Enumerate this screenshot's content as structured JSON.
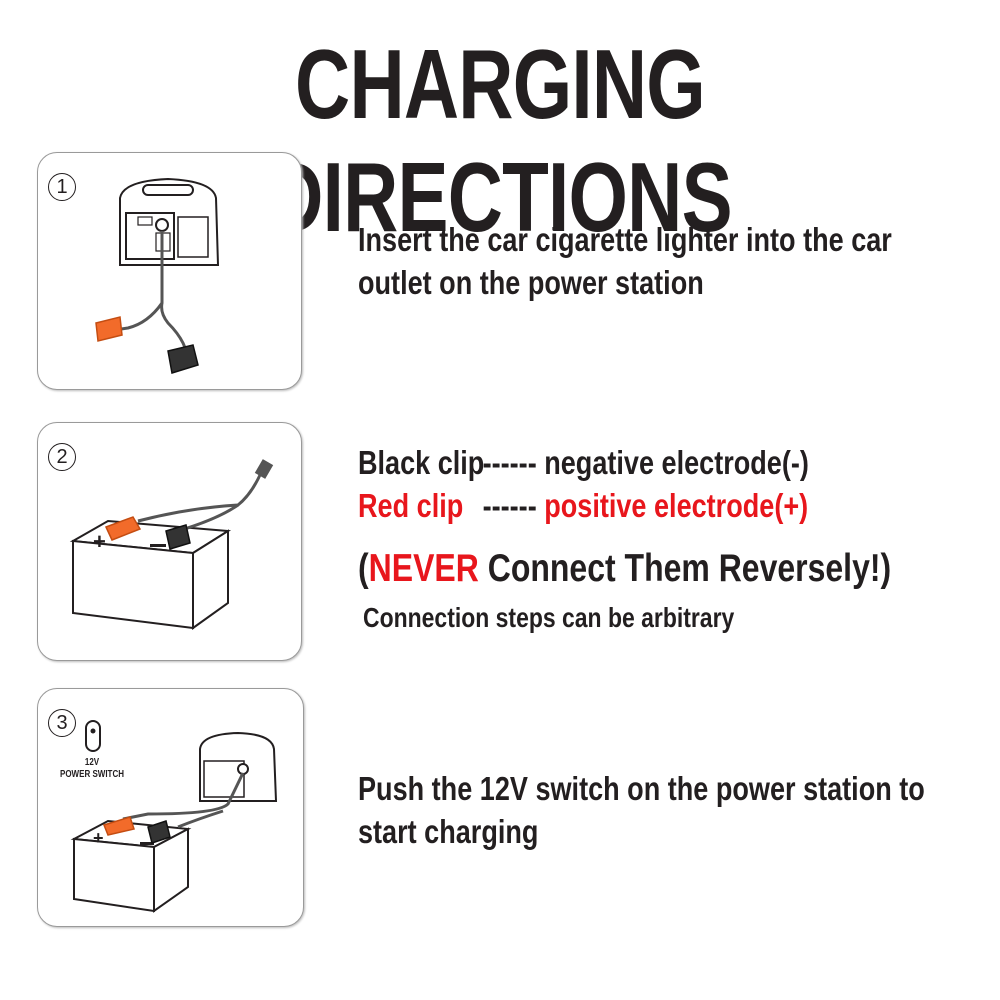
{
  "title": "CHARGING DIRECTIONS",
  "colors": {
    "red": "#e8161c",
    "clip_orange": "#f26b2a",
    "text": "#231f20"
  },
  "steps": [
    {
      "number": "1",
      "lines": [
        "Insert the car cigarette lighter into the car",
        "outlet on the power station"
      ]
    },
    {
      "number": "2",
      "black_clip": {
        "label": "Black clip",
        "dashes": "------",
        "meaning": "negative electrode(-)"
      },
      "red_clip": {
        "label": "Red clip",
        "dashes": "------",
        "meaning": "positive electrode(+)"
      },
      "warning": {
        "open": "(",
        "emphasis": "NEVER",
        "rest": " Connect Them Reversely!)"
      },
      "note": "Connection steps can be arbitrary"
    },
    {
      "number": "3",
      "switch_label": [
        "12V",
        "POWER SWITCH"
      ],
      "lines": [
        "Push the 12V switch on the power station to",
        "start charging"
      ]
    }
  ]
}
